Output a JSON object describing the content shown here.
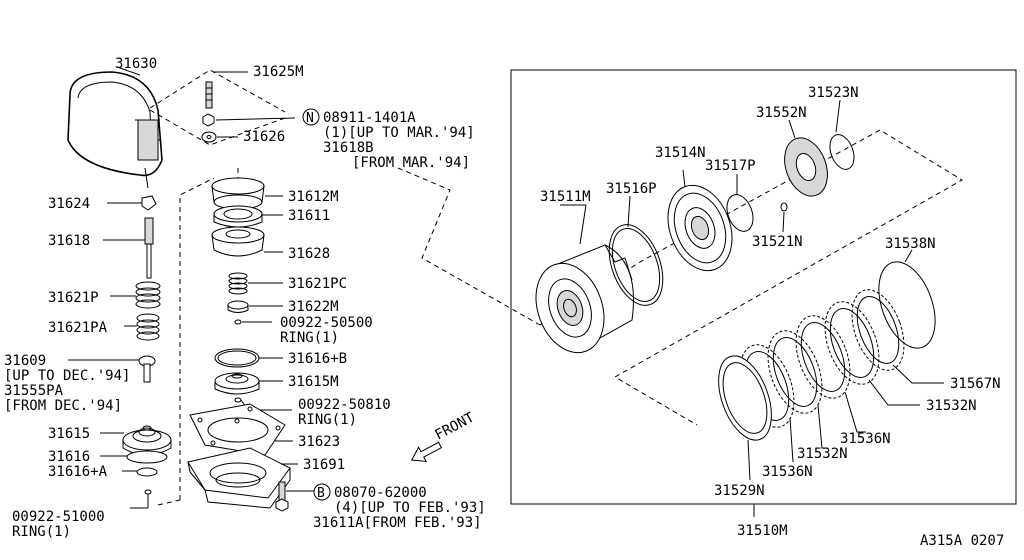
{
  "parts": {
    "p31630": "31630",
    "p31625M": "31625M",
    "p08911_symbol": "N",
    "p08911": "08911-1401A",
    "p08911_note": "(1)[UP TO MAR.'94]",
    "p31626": "31626",
    "p31618B": "31618B",
    "p31618B_note": "[FROM MAR.'94]",
    "p31624": "31624",
    "p31618": "31618",
    "p31621P": "31621P",
    "p31621PA": "31621PA",
    "p31609": "31609",
    "p31609_note": "[UP TO DEC.'94]",
    "p31555PA": "31555PA",
    "p31555PA_note": "[FROM DEC.'94]",
    "p31615": "31615",
    "p31616": "31616",
    "p31616A": "31616+A",
    "p00922_51000": "00922-51000",
    "p00922_51000_ring": "RING(1)",
    "p31612M": "31612M",
    "p31611": "31611",
    "p31628": "31628",
    "p31621PC": "31621PC",
    "p31622M": "31622M",
    "p00922_50500": "00922-50500",
    "p00922_50500_ring": "RING(1)",
    "p31616B": "31616+B",
    "p31615M": "31615M",
    "p00922_50810": "00922-50810",
    "p00922_50810_ring": "RING(1)",
    "p31623": "31623",
    "p31691": "31691",
    "p08070_symbol": "B",
    "p08070": "08070-62000",
    "p08070_note": "(4)[UP TO FEB.'93]",
    "p31611A": "31611A[FROM FEB.'93]",
    "front": "FRONT",
    "p31523N": "31523N",
    "p31552N": "31552N",
    "p31514N": "31514N",
    "p31517P": "31517P",
    "p31511M": "31511M",
    "p31516P": "31516P",
    "p31521N": "31521N",
    "p31538N": "31538N",
    "p31567N": "31567N",
    "p31532N_a": "31532N",
    "p31536N_a": "31536N",
    "p31532N_b": "31532N",
    "p31536N_b": "31536N",
    "p31529N": "31529N",
    "p31510M": "31510M",
    "code": "A315A 0207"
  }
}
